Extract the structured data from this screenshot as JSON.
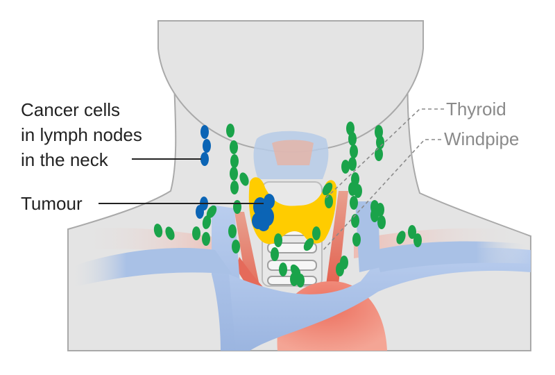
{
  "labels": {
    "cancer_cells": [
      "Cancer cells",
      "in lymph nodes",
      "in the neck"
    ],
    "tumour": "Tumour",
    "thyroid": "Thyroid",
    "windpipe": "Windpipe"
  },
  "colors": {
    "skin": "#e4e4e4",
    "outline": "#a9a9a9",
    "lymph_node": "#1aa34a",
    "cancer_node": "#0b64b5",
    "thyroid": "#ffcc00",
    "trachea": "#d6d6d6",
    "vein": "#a9c1e6",
    "artery": "#e56a5a",
    "larynx": "#b6cbe8",
    "text_dark": "#222222",
    "text_grey": "#8a8a8a"
  },
  "icons": {
    "lymph_node": "green-oval",
    "cancer_node": "blue-oval"
  }
}
